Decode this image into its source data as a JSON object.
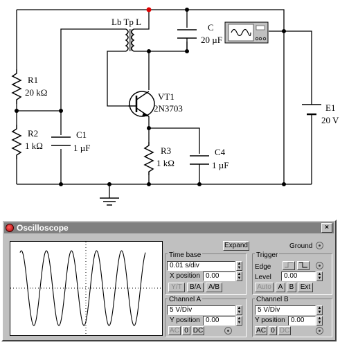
{
  "schematic": {
    "inductor_label": "Lb Tp L",
    "r1_name": "R1",
    "r1_value": "20 kΩ",
    "r2_name": "R2",
    "r2_value": "1 kΩ",
    "c1_name": "C1",
    "c1_value": "1 µF",
    "c_name": "C",
    "c_value": "20 µF",
    "vt1_name": "VT1",
    "vt1_model": "2N3703",
    "r3_name": "R3",
    "r3_value": "1 kΩ",
    "c4_name": "C4",
    "c4_value": "1 µF",
    "e1_name": "E1",
    "e1_value": "20 V"
  },
  "oscilloscope": {
    "title": "Oscilloscope",
    "close_label": "×",
    "expand_label": "Expand",
    "ground_label": "Ground",
    "time_base": {
      "title": "Time base",
      "value": "0.01 s/div",
      "x_position_label": "X position",
      "x_position": "0.00",
      "modes": [
        "Y/T",
        "B/A",
        "A/B"
      ]
    },
    "trigger": {
      "title": "Trigger",
      "edge_label": "Edge",
      "level_label": "Level",
      "level": "0.00",
      "sources": [
        "Auto",
        "A",
        "B",
        "Ext"
      ]
    },
    "channel_a": {
      "title": "Channel A",
      "value": "5 V/Div",
      "y_position_label": "Y position",
      "y_position": "0.00",
      "coupling": [
        "AC",
        "0",
        "DC"
      ]
    },
    "channel_b": {
      "title": "Channel B",
      "value": "5 V/Div",
      "y_position_label": "Y position",
      "y_position": "0.00",
      "coupling": [
        "AC",
        "0",
        "DC"
      ]
    },
    "waveform_cycles": 5
  }
}
